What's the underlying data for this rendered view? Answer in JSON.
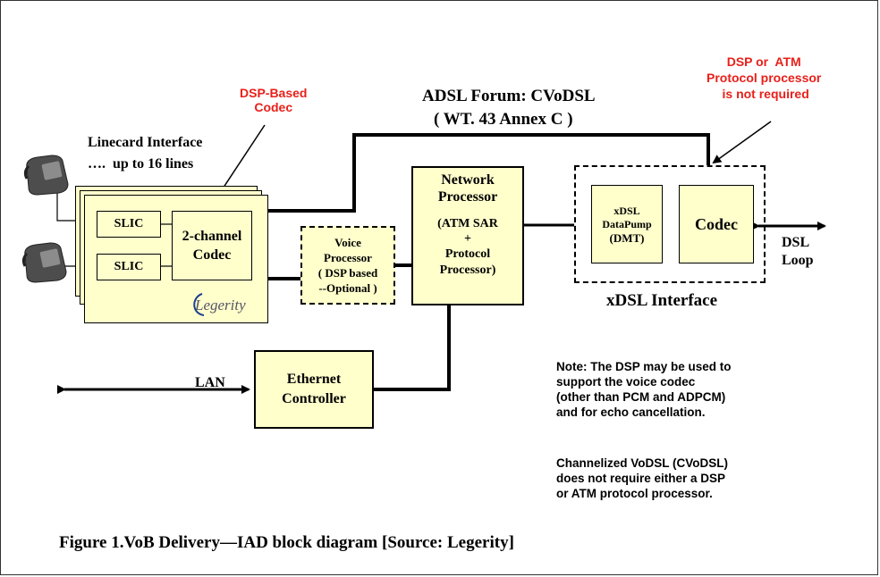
{
  "labels": {
    "forum_line1": "ADSL Forum: CVoDSL",
    "forum_line2": "( WT. 43 Annex C )",
    "dsp_codec_line1": "DSP-Based",
    "dsp_codec_line2": "Codec",
    "dsp_atm_line1": "DSP or  ATM",
    "dsp_atm_line2": "Protocol processor",
    "dsp_atm_line3": " is not required",
    "linecard_line1": "Linecard Interface",
    "linecard_line2": "….  up to 16 lines",
    "xdsl_interface": "xDSL Interface",
    "dsl_loop_line1": "DSL",
    "dsl_loop_line2": "Loop",
    "lan": "LAN",
    "legerity_logo": "Legerity"
  },
  "blocks": {
    "slic_top": "SLIC",
    "slic_bottom": "SLIC",
    "codec_2ch_line1": "2-channel",
    "codec_2ch_line2": "Codec",
    "voice_line1": "Voice",
    "voice_line2": "Processor",
    "voice_line3": "( DSP based",
    "voice_line4": "--Optional )",
    "np_line1": "Network",
    "np_line2": "Processor",
    "np_line3": "(ATM SAR",
    "np_line4": "+",
    "np_line5": "Protocol",
    "np_line6": "Processor)",
    "datapump_line1": "xDSL",
    "datapump_line2": "DataPump",
    "datapump_line3": "(DMT)",
    "codec_xdsl": "Codec",
    "eth_line1": "Ethernet",
    "eth_line2": "Controller"
  },
  "note": {
    "p1_line1": "Note: The DSP may be used to",
    "p1_line2": "support the voice codec",
    "p1_line3": "(other than PCM and ADPCM)",
    "p1_line4": "and for echo cancellation.",
    "p2_line1": "Channelized VoDSL (CVoDSL)",
    "p2_line2": "does not require either a DSP",
    "p2_line3": "or ATM protocol processor."
  },
  "caption": "Figure 1.VoB Delivery—IAD block diagram [Source: Legerity]",
  "colors": {
    "block_fill": "#ffffcc",
    "callout_red": "#e8201a"
  }
}
